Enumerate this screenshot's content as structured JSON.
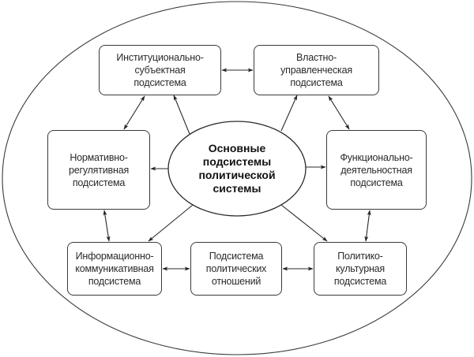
{
  "diagram": {
    "center": {
      "lines": [
        "Основные",
        "подсистемы",
        "политической",
        "системы"
      ]
    },
    "nodes": [
      {
        "id": "institutional",
        "lines": [
          "Институционально-",
          "субъектная",
          "подсистема"
        ]
      },
      {
        "id": "power",
        "lines": [
          "Властно-",
          "управленческая",
          "подсистема"
        ]
      },
      {
        "id": "normative",
        "lines": [
          "Нормативно-",
          "регулятивная",
          "подсистема"
        ]
      },
      {
        "id": "functional",
        "lines": [
          "Функционально-",
          "деятельностная",
          "подсистема"
        ]
      },
      {
        "id": "information",
        "lines": [
          "Информационно-",
          "коммуникативная",
          "подсистема"
        ]
      },
      {
        "id": "relations",
        "lines": [
          "Подсистема",
          "политических",
          "отношений"
        ]
      },
      {
        "id": "cultural",
        "lines": [
          "Политико-",
          "культурная",
          "подсистема"
        ]
      }
    ],
    "edges": [
      {
        "from": "center",
        "to": "institutional",
        "type": "one-way"
      },
      {
        "from": "center",
        "to": "power",
        "type": "one-way"
      },
      {
        "from": "center",
        "to": "normative",
        "type": "one-way"
      },
      {
        "from": "center",
        "to": "functional",
        "type": "one-way"
      },
      {
        "from": "center",
        "to": "information",
        "type": "one-way"
      },
      {
        "from": "center",
        "to": "cultural",
        "type": "one-way"
      },
      {
        "from": "institutional",
        "to": "power",
        "type": "two-way"
      },
      {
        "from": "institutional",
        "to": "normative",
        "type": "two-way"
      },
      {
        "from": "power",
        "to": "functional",
        "type": "two-way"
      },
      {
        "from": "normative",
        "to": "information",
        "type": "two-way"
      },
      {
        "from": "functional",
        "to": "cultural",
        "type": "two-way"
      },
      {
        "from": "information",
        "to": "relations",
        "type": "two-way"
      },
      {
        "from": "relations",
        "to": "cultural",
        "type": "two-way"
      }
    ],
    "colors": {
      "line": "#2a2a2a",
      "text": "#2a2a2a",
      "background": "#ffffff"
    }
  }
}
